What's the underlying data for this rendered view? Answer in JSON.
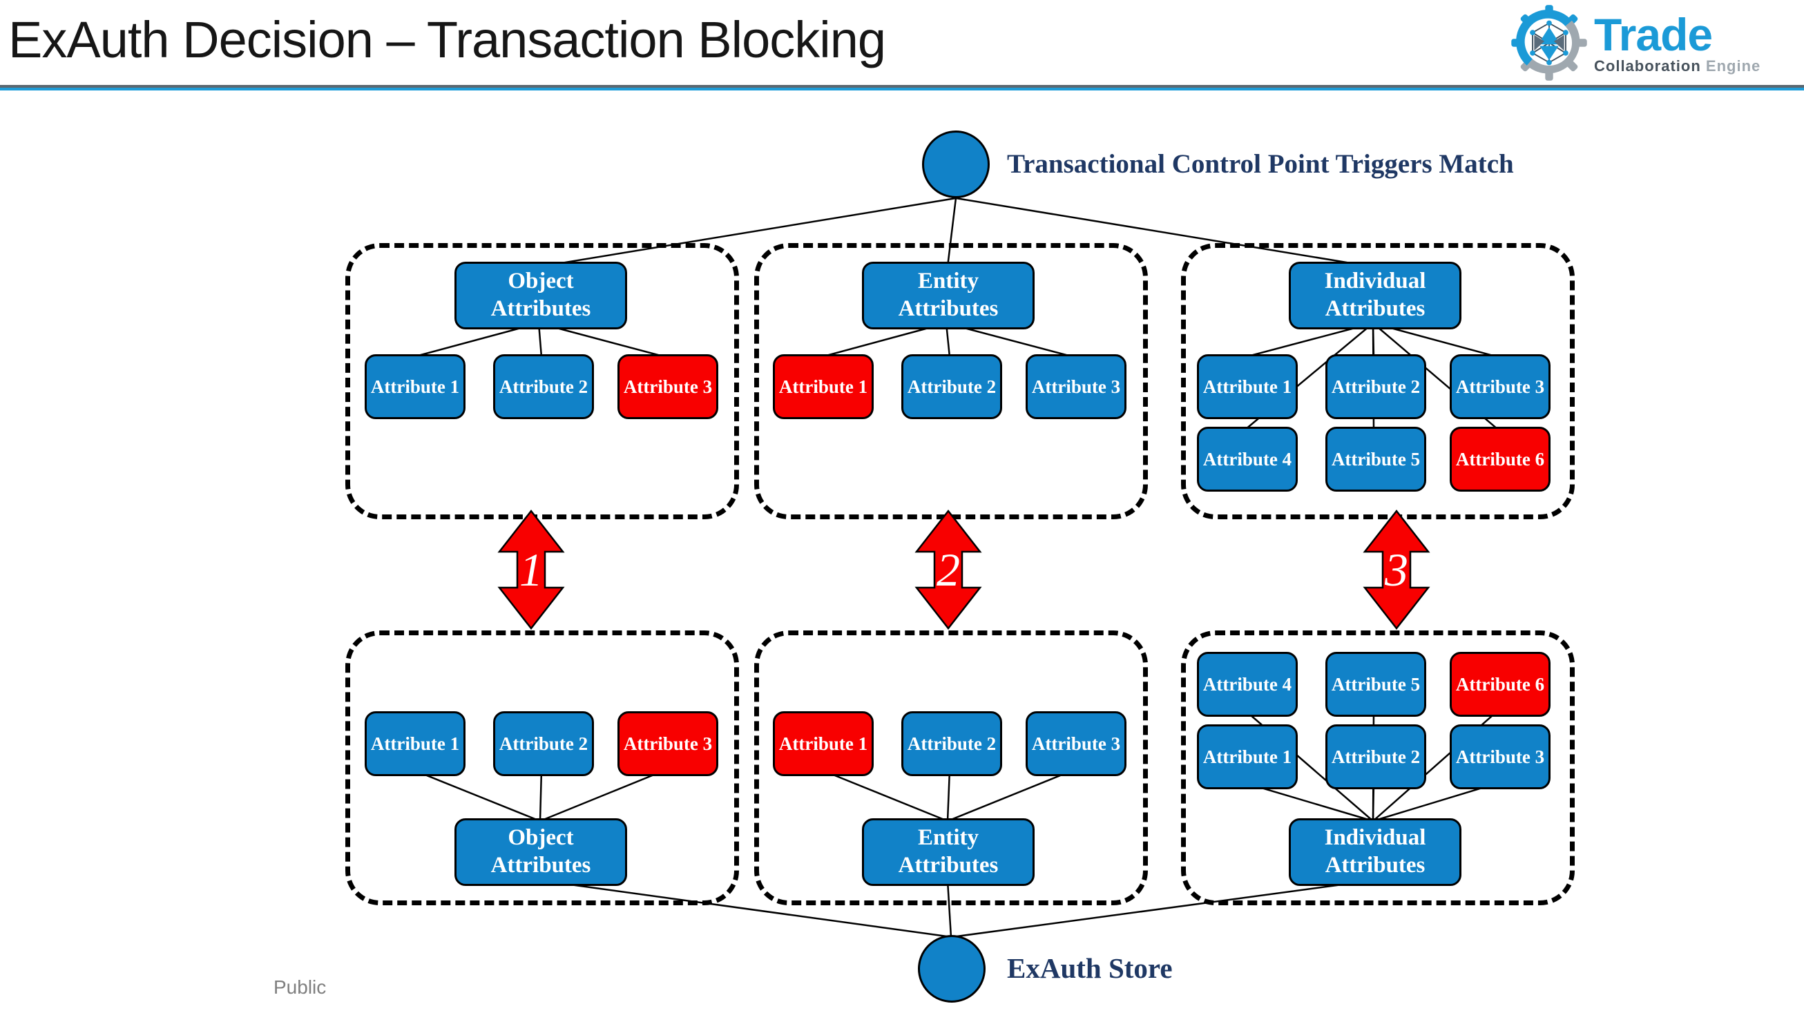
{
  "header": {
    "title": "ExAuth Decision – Transaction Blocking"
  },
  "logo": {
    "brand": "Trade",
    "subtitle_primary": "Collaboration",
    "subtitle_secondary": "Engine"
  },
  "footer": {
    "classification": "Public"
  },
  "diagram": {
    "top_node_label": "Transactional Control Point Triggers Match",
    "bottom_node_label": "ExAuth Store",
    "arrows": [
      {
        "label": "1"
      },
      {
        "label": "2"
      },
      {
        "label": "3"
      }
    ],
    "top_groups": [
      {
        "name": "object-attributes",
        "header_line1": "Object",
        "header_line2": "Attributes",
        "attrs": [
          {
            "label": "Attribute 1",
            "state": "blue"
          },
          {
            "label": "Attribute 2",
            "state": "blue"
          },
          {
            "label": "Attribute 3",
            "state": "red"
          }
        ]
      },
      {
        "name": "entity-attributes",
        "header_line1": "Entity",
        "header_line2": "Attributes",
        "attrs": [
          {
            "label": "Attribute 1",
            "state": "red"
          },
          {
            "label": "Attribute 2",
            "state": "blue"
          },
          {
            "label": "Attribute 3",
            "state": "blue"
          }
        ]
      },
      {
        "name": "individual-attributes",
        "header_line1": "Individual",
        "header_line2": "Attributes",
        "attrs": [
          {
            "label": "Attribute 1",
            "state": "blue"
          },
          {
            "label": "Attribute 2",
            "state": "blue"
          },
          {
            "label": "Attribute 3",
            "state": "blue"
          },
          {
            "label": "Attribute 4",
            "state": "blue"
          },
          {
            "label": "Attribute 5",
            "state": "blue"
          },
          {
            "label": "Attribute 6",
            "state": "red"
          }
        ]
      }
    ],
    "bottom_groups": [
      {
        "name": "object-attributes",
        "header_line1": "Object",
        "header_line2": "Attributes",
        "attrs": [
          {
            "label": "Attribute 1",
            "state": "blue"
          },
          {
            "label": "Attribute 2",
            "state": "blue"
          },
          {
            "label": "Attribute 3",
            "state": "red"
          }
        ]
      },
      {
        "name": "entity-attributes",
        "header_line1": "Entity",
        "header_line2": "Attributes",
        "attrs": [
          {
            "label": "Attribute 1",
            "state": "red"
          },
          {
            "label": "Attribute 2",
            "state": "blue"
          },
          {
            "label": "Attribute 3",
            "state": "blue"
          }
        ]
      },
      {
        "name": "individual-attributes",
        "header_line1": "Individual",
        "header_line2": "Attributes",
        "attrs": [
          {
            "label": "Attribute 4",
            "state": "blue"
          },
          {
            "label": "Attribute 5",
            "state": "blue"
          },
          {
            "label": "Attribute 6",
            "state": "red"
          },
          {
            "label": "Attribute 1",
            "state": "blue"
          },
          {
            "label": "Attribute 2",
            "state": "blue"
          },
          {
            "label": "Attribute 3",
            "state": "blue"
          }
        ]
      }
    ]
  },
  "colors": {
    "box_blue": "#1182C8",
    "box_red": "#F80000",
    "node_navy_text": "#1F3864",
    "divider_gray": "#5B6770",
    "divider_blue": "#1E9CD8",
    "logo_blue": "#1B9AD7",
    "logo_dark": "#47525C",
    "logo_gray": "#9FA8AF",
    "footer_gray": "#7F7F7F"
  }
}
